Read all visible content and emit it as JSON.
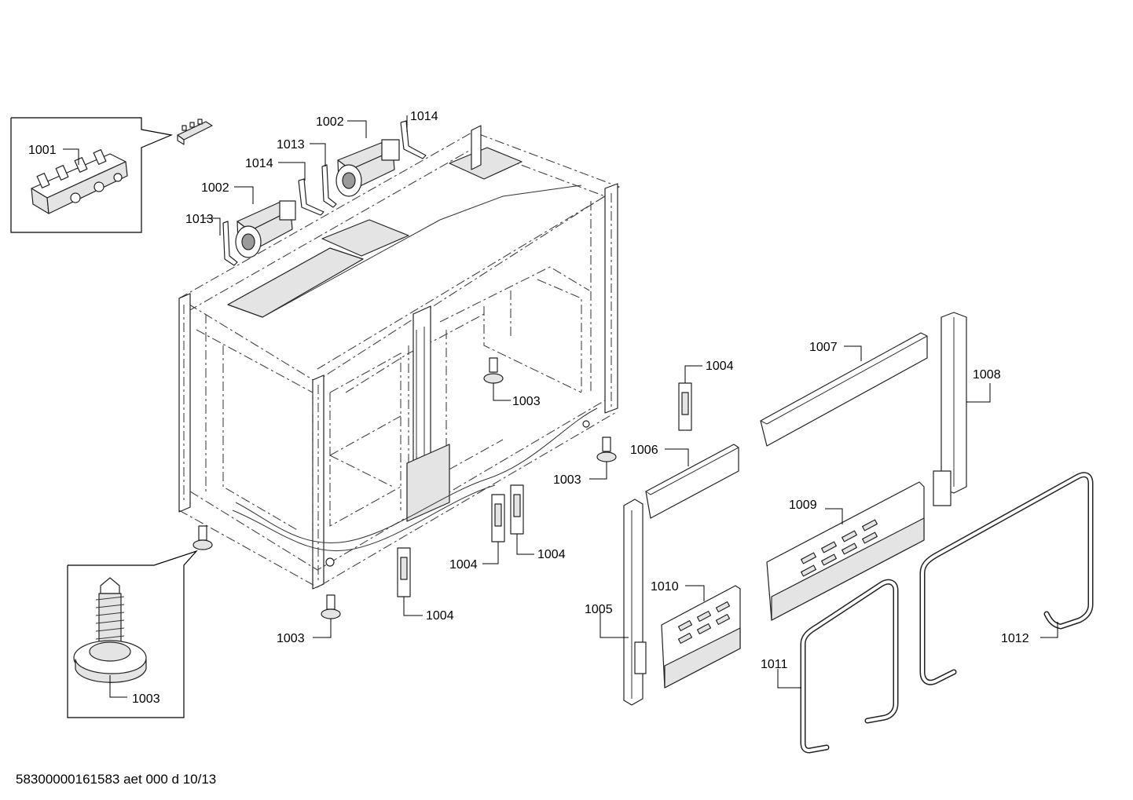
{
  "diagram": {
    "labels": {
      "l1001": "1001",
      "l1002a": "1002",
      "l1002b": "1002",
      "l1013a": "1013",
      "l1013b": "1013",
      "l1014a": "1014",
      "l1014b": "1014",
      "l1003a": "1003",
      "l1003b": "1003",
      "l1003c": "1003",
      "l1003d": "1003",
      "l1004a": "1004",
      "l1004b": "1004",
      "l1004c": "1004",
      "l1004d": "1004",
      "l1005": "1005",
      "l1006": "1006",
      "l1007": "1007",
      "l1008": "1008",
      "l1009": "1009",
      "l1010": "1010",
      "l1011": "1011",
      "l1012": "1012"
    },
    "footer": "58300000161583 aet 000 d 10/13"
  }
}
